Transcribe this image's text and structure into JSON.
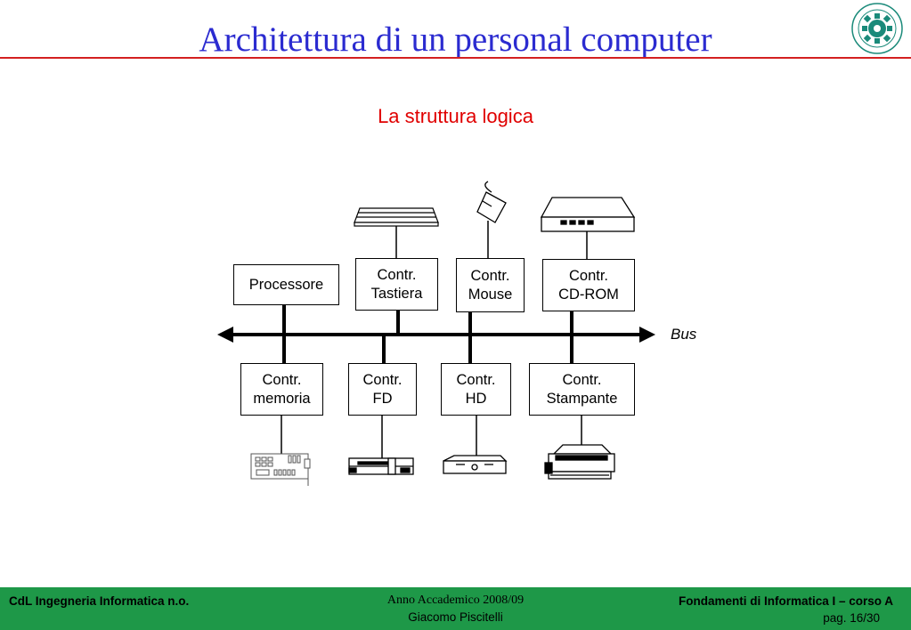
{
  "header": {
    "title": "Architettura di un personal computer",
    "subtitle": "La struttura logica"
  },
  "diagram": {
    "bus_label": "Bus",
    "top_boxes": [
      {
        "line1": "Processore",
        "line2": ""
      },
      {
        "line1": "Contr.",
        "line2": "Tastiera"
      },
      {
        "line1": "Contr.",
        "line2": "Mouse"
      },
      {
        "line1": "Contr.",
        "line2": "CD-ROM"
      }
    ],
    "bottom_boxes": [
      {
        "line1": "Contr.",
        "line2": "memoria"
      },
      {
        "line1": "Contr.",
        "line2": "FD"
      },
      {
        "line1": "Contr.",
        "line2": "HD"
      },
      {
        "line1": "Contr.",
        "line2": "Stampante"
      }
    ],
    "devices": [
      "keyboard-icon",
      "mouse-icon",
      "cdrom-icon",
      "memory-card-icon",
      "floppy-drive-icon",
      "hard-disk-icon",
      "printer-icon"
    ]
  },
  "footer": {
    "left": "CdL Ingegneria Informatica n.o.",
    "center_line1": "Anno Accademico 2008/09",
    "center_line2": "Giacomo Piscitelli",
    "right_line1": "Fondamenti di Informatica I – corso A",
    "right_line2": "pag. 16/30"
  },
  "colors": {
    "title": "#2b2bd0",
    "subtitle": "#e00000",
    "rule": "#d42020",
    "footer": "#1e9848"
  }
}
